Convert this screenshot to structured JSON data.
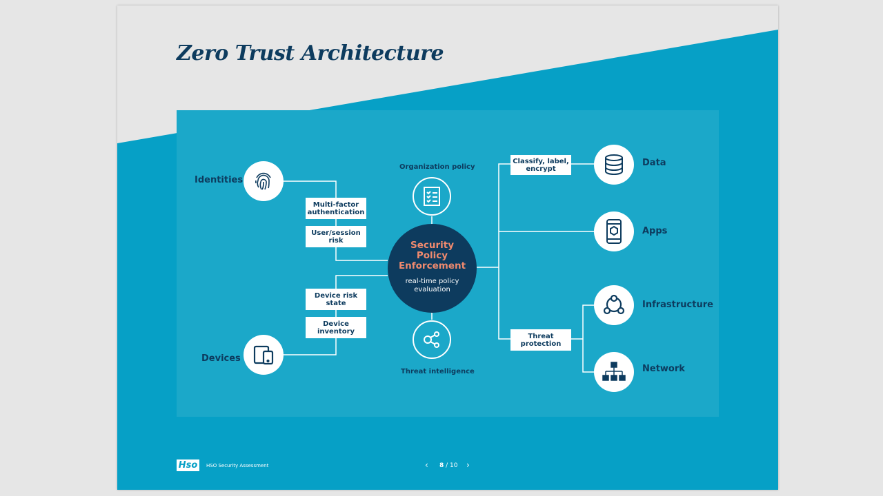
{
  "title": "Zero Trust Architecture",
  "center": {
    "title_lines": [
      "Security",
      "Policy",
      "Enforcement"
    ],
    "subtitle_lines": [
      "real-time policy",
      "evaluation"
    ]
  },
  "top_node": "Organization policy",
  "bottom_node": "Threat intelligence",
  "left": {
    "identities": "Identities",
    "devices": "Devices",
    "boxes": [
      [
        "Multi-factor",
        "authentication"
      ],
      [
        "User/session",
        "risk"
      ],
      [
        "Device risk",
        "state"
      ],
      [
        "Device",
        "inventory"
      ]
    ]
  },
  "right": {
    "data": "Data",
    "apps": "Apps",
    "infrastructure": "Infrastructure",
    "network": "Network",
    "boxes": [
      [
        "Classify, label,",
        "encrypt"
      ],
      [
        "Threat",
        "protection"
      ]
    ]
  },
  "footer": {
    "logo": "Hso",
    "caption": "HSO Security Assessment",
    "page_current": "8",
    "page_total": "/ 10"
  },
  "colors": {
    "slide": "#06a0c6",
    "panel": "#1ba8c9",
    "dark": "#0d3b5e",
    "accent": "#f08a6e"
  }
}
